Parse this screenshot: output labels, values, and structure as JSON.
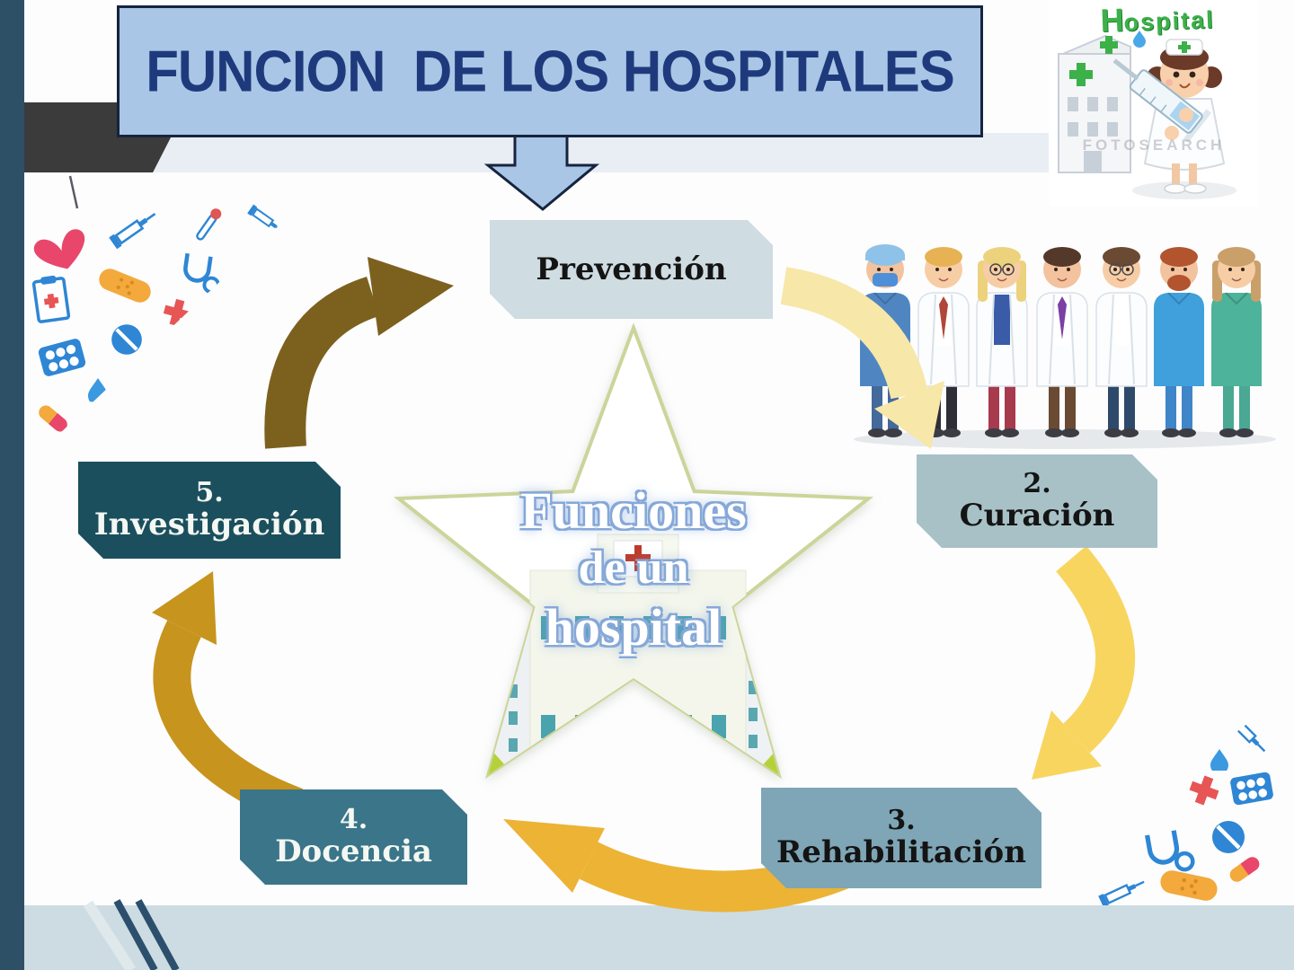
{
  "slide_title": "FUNCION  DE LOS HOSPITALES",
  "nurse_card": {
    "caption_first": "H",
    "caption_rest": "ospital",
    "watermark": "FOTOSEARCH"
  },
  "center_star": {
    "line1": "Funciones",
    "line2": "de un",
    "line3": "hospital"
  },
  "nodes": [
    {
      "number": "",
      "label": "Prevención",
      "bg": "#cfdce1",
      "fg": "#141414"
    },
    {
      "number": "2.",
      "label": "Curación",
      "bg": "#a7c1c7",
      "fg": "#141414"
    },
    {
      "number": "3.",
      "label": "Rehabilitación",
      "bg": "#7ea6b6",
      "fg": "#141414"
    },
    {
      "number": "4.",
      "label": "Docencia",
      "bg": "#3a7589",
      "fg": "#f4f7f2"
    },
    {
      "number": "5.",
      "label": "Investigación",
      "bg": "#1b4f5e",
      "fg": "#f4f7f2"
    }
  ],
  "arrows": [
    {
      "name": "arrow-to-prevencion",
      "color": "#7c611e"
    },
    {
      "name": "arrow-to-curacion",
      "color": "#f7e7a8"
    },
    {
      "name": "arrow-to-rehabilitacion",
      "color": "#f8d55f"
    },
    {
      "name": "arrow-to-docencia",
      "color": "#ecb335"
    },
    {
      "name": "arrow-to-investigacion",
      "color": "#c7941d"
    }
  ],
  "team": [
    {
      "role": "surgeon-blue-scrubs",
      "skin": "#f3c29e",
      "hair": "#6b4a33",
      "top": "#4f86c2",
      "pants": "#44699b",
      "cap": "#8fc2e8",
      "mask": "#4f8fd8"
    },
    {
      "role": "doctor-male-blond",
      "skin": "#f7cda6",
      "hair": "#e6b254",
      "coat": true,
      "shirt": "#ffffff",
      "tie": "#b0473a",
      "pants": "#2e2e36"
    },
    {
      "role": "doctor-female-blonde",
      "skin": "#f7cda6",
      "hair": "#ecd27d",
      "coat": true,
      "shirt": "#3a5ba8",
      "pants": "#a83a4e",
      "glasses": true,
      "long": true
    },
    {
      "role": "doctor-male-brown",
      "skin": "#f3c29e",
      "hair": "#54392a",
      "coat": true,
      "shirt": "#ffffff",
      "tie": "#7b3fa6",
      "pants": "#6b4a33"
    },
    {
      "role": "doctor-female-brown",
      "skin": "#f7cda6",
      "hair": "#6b4a33",
      "coat": true,
      "shirt": "#ffffff",
      "pants": "#2e4a6b",
      "glasses": true
    },
    {
      "role": "nurse-male-red-beard",
      "skin": "#f3c29e",
      "hair": "#b2552e",
      "top": "#3fa0dc",
      "pants": "#3f86c8",
      "beard": true
    },
    {
      "role": "nurse-female-green",
      "skin": "#f7cda6",
      "hair": "#c9a06a",
      "top": "#4db39b",
      "pants": "#4aa893",
      "long": true
    }
  ],
  "colors": {
    "title_bg": "#a9c6e6",
    "title_fg": "#1f3a7c",
    "title_border": "#16243e",
    "left_strip": "#2d5066",
    "gray_band": "#3b3b3b",
    "footer_band": "#ccdce2",
    "star_stroke": "#ccd49a",
    "star_green": "#b5d13a",
    "building_window": "#4aa3ad",
    "hospital_cross_red": "#c0392b",
    "caption_green": "#3cb149"
  }
}
